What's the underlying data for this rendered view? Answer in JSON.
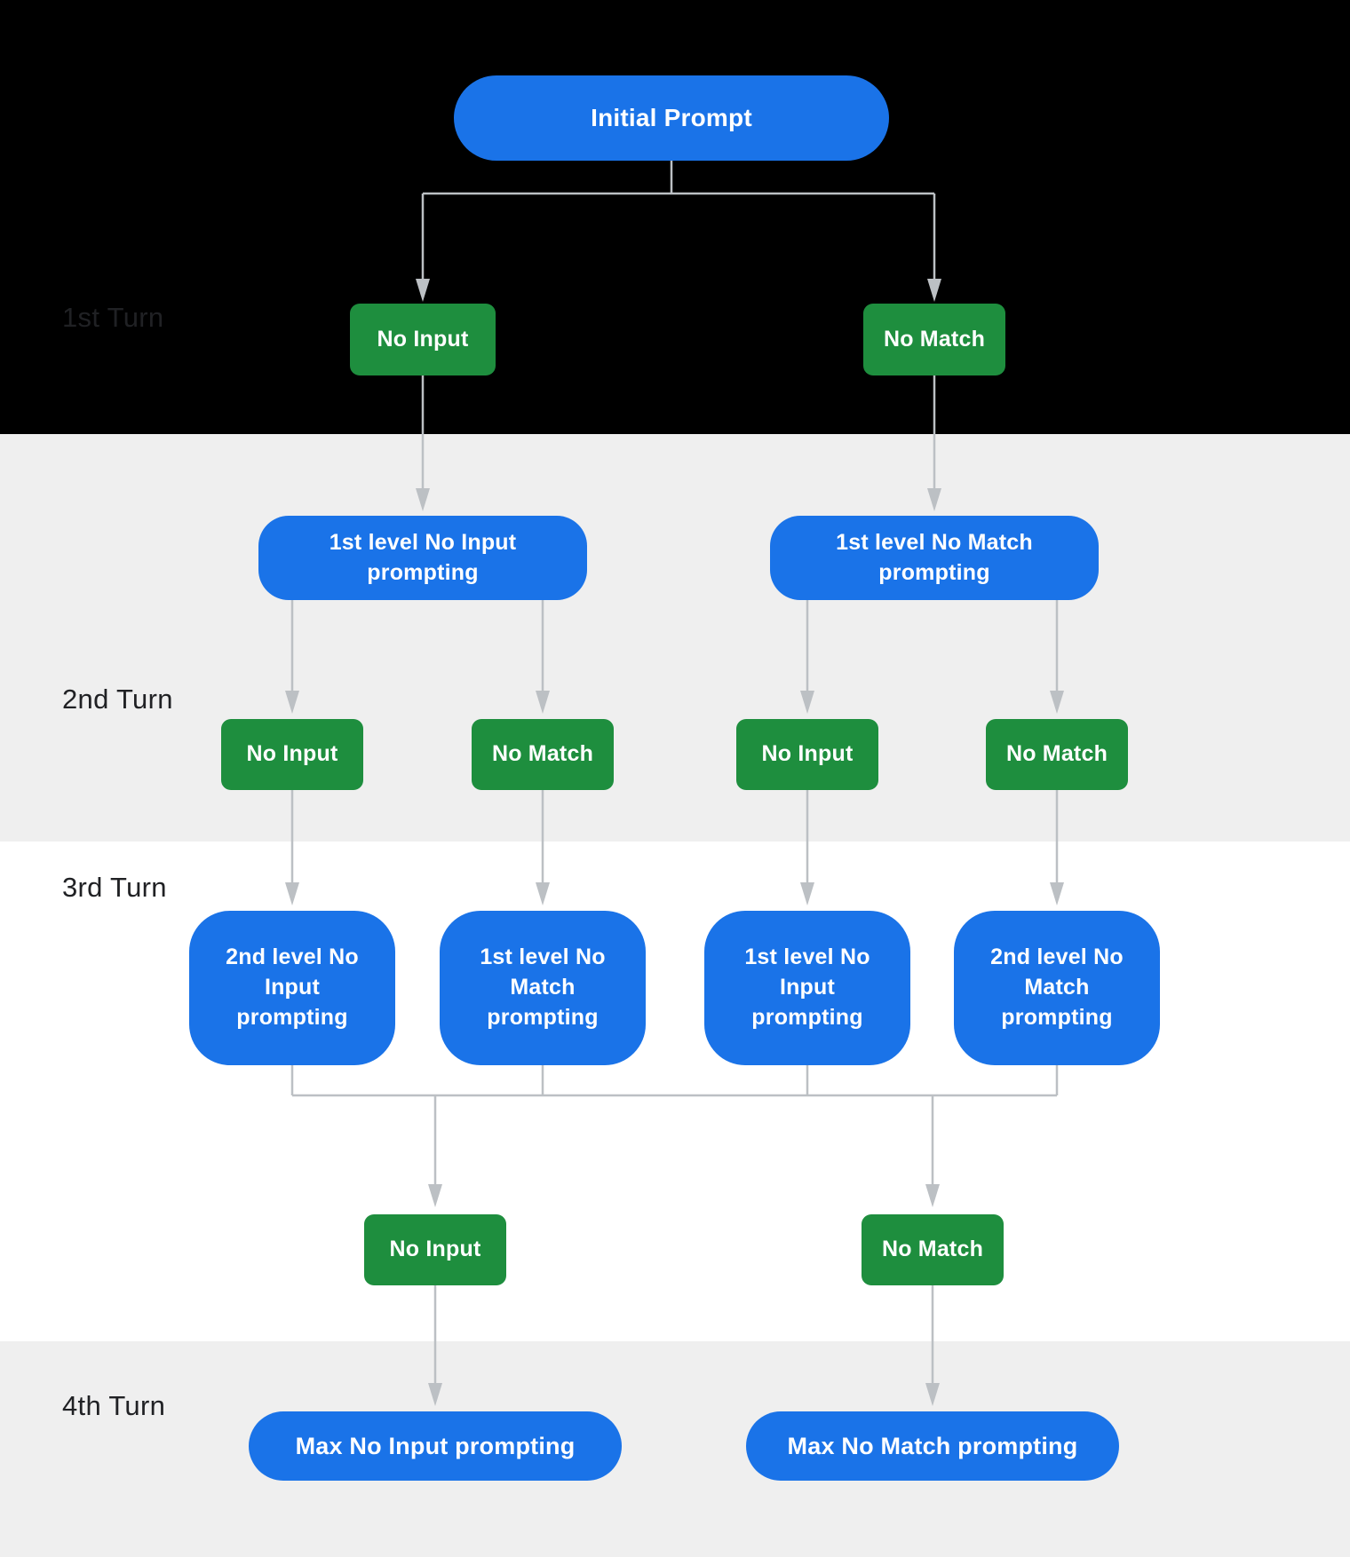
{
  "colors": {
    "node_blue": "#1a73e8",
    "node_green": "#1e8e3e",
    "arrow": "#bcc0c4",
    "band_top": "#000000",
    "band_gray": "#efefef",
    "band_white": "#ffffff",
    "turn_label": "#202124",
    "node_text": "#ffffff"
  },
  "turns": {
    "t1": "1st Turn",
    "t2": "2nd Turn",
    "t3": "3rd Turn",
    "t4": "4th Turn"
  },
  "nodes": {
    "initial_prompt": "Initial Prompt",
    "turn1_no_input": "No Input",
    "turn1_no_match": "No Match",
    "level1_no_input_prompting": "1st level No Input\nprompting",
    "level1_no_match_prompting": "1st level No Match\nprompting",
    "turn2_no_input_left": "No Input",
    "turn2_no_match_left": "No Match",
    "turn2_no_input_right": "No Input",
    "turn2_no_match_right": "No Match",
    "level2_no_input_prompting": "2nd level No\nInput\nprompting",
    "level1_no_match_prompting_turn3": "1st level No\nMatch\nprompting",
    "level1_no_input_prompting_turn3": "1st level No\nInput\nprompting",
    "level2_no_match_prompting": "2nd level No\nMatch\nprompting",
    "turn3_no_input": "No Input",
    "turn3_no_match": "No Match",
    "max_no_input_prompting": "Max No Input prompting",
    "max_no_match_prompting": "Max No Match prompting"
  }
}
